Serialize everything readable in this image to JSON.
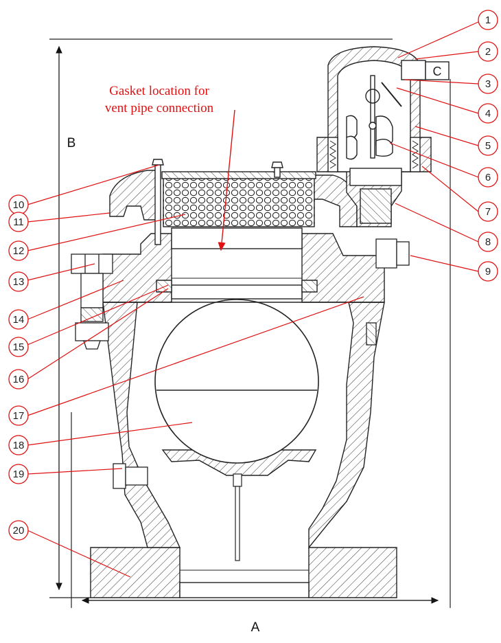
{
  "callouts": [
    {
      "num": "1"
    },
    {
      "num": "2"
    },
    {
      "num": "3"
    },
    {
      "num": "4"
    },
    {
      "num": "5"
    },
    {
      "num": "6"
    },
    {
      "num": "7"
    },
    {
      "num": "8"
    },
    {
      "num": "9"
    },
    {
      "num": "10"
    },
    {
      "num": "11"
    },
    {
      "num": "12"
    },
    {
      "num": "13"
    },
    {
      "num": "14"
    },
    {
      "num": "15"
    },
    {
      "num": "16"
    },
    {
      "num": "17"
    },
    {
      "num": "18"
    },
    {
      "num": "19"
    },
    {
      "num": "20"
    }
  ],
  "dimensions": {
    "height_label": "B",
    "width_label": "A"
  },
  "annotation": {
    "line1": "Gasket location for",
    "line2": "vent pipe connection",
    "color": "#e01010"
  },
  "colors": {
    "line": "#222222",
    "hatch": "#555555",
    "ball": "#ffffff"
  }
}
